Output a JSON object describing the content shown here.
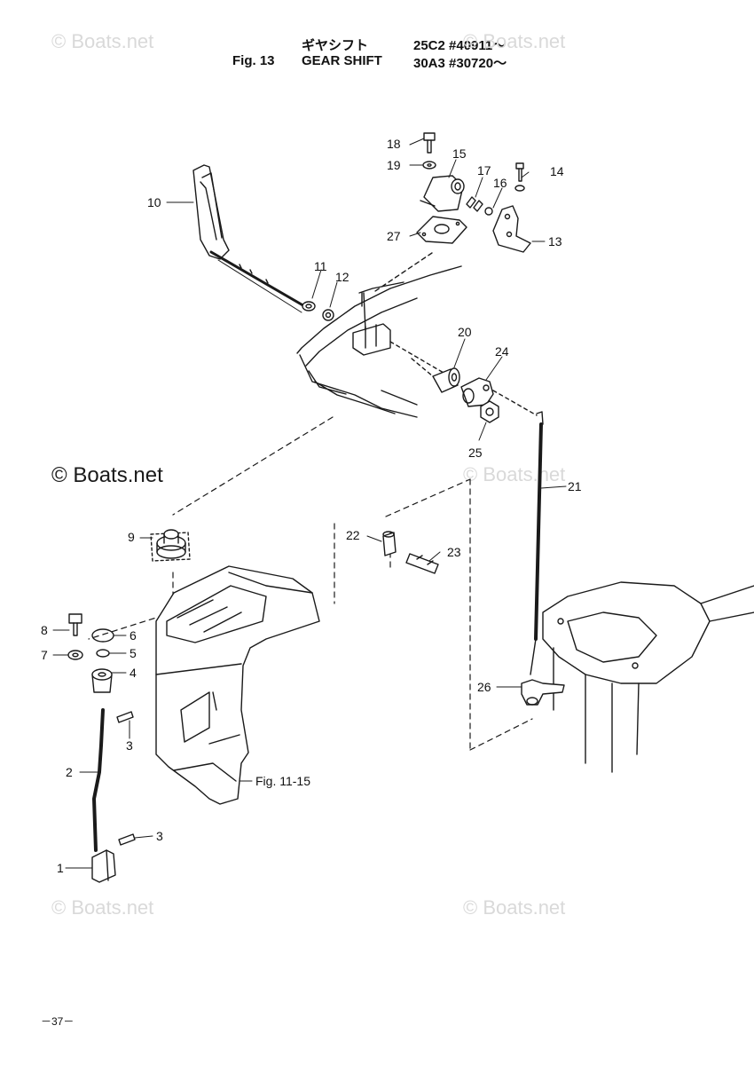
{
  "header": {
    "title_jp": "ギヤシフト",
    "fig_label": "Fig. 13",
    "title_en": "GEAR SHIFT",
    "serial_1": "25C2 #40911～",
    "serial_2": "30A3 #30720～"
  },
  "watermarks": {
    "faint": "© Boats.net",
    "main": "© Boats.net"
  },
  "callouts": [
    "1",
    "2",
    "3",
    "3",
    "4",
    "5",
    "6",
    "7",
    "8",
    "9",
    "10",
    "11",
    "12",
    "13",
    "14",
    "15",
    "16",
    "17",
    "18",
    "19",
    "20",
    "21",
    "22",
    "23",
    "24",
    "25",
    "26",
    "27"
  ],
  "reference": "Fig. 11-15",
  "page_number": "－37－",
  "colors": {
    "line": "#1a1a1a",
    "watermark": "#d9d9d9"
  }
}
